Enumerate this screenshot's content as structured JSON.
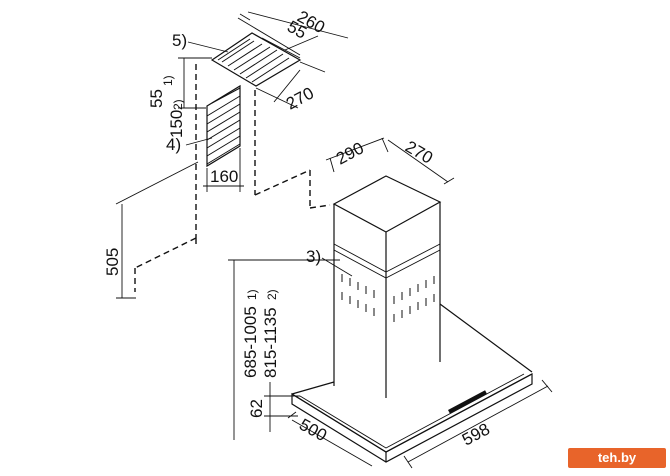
{
  "labels": {
    "d260": "260",
    "d55": "55",
    "d270_top": "270",
    "d5": "5)",
    "d55_1": "55",
    "sup1a": "1)",
    "d150": "150",
    "sup2a": "2)",
    "d4": "4)",
    "d160": "160",
    "d505": "505",
    "d290": "290",
    "d270_chimney": "270",
    "d3": "3)",
    "d685": "685-1005",
    "sup1b": "1)",
    "d815": "815-1135",
    "sup2b": "2)",
    "d62": "62",
    "d500": "500",
    "d598": "598"
  },
  "watermark": "teh.by"
}
